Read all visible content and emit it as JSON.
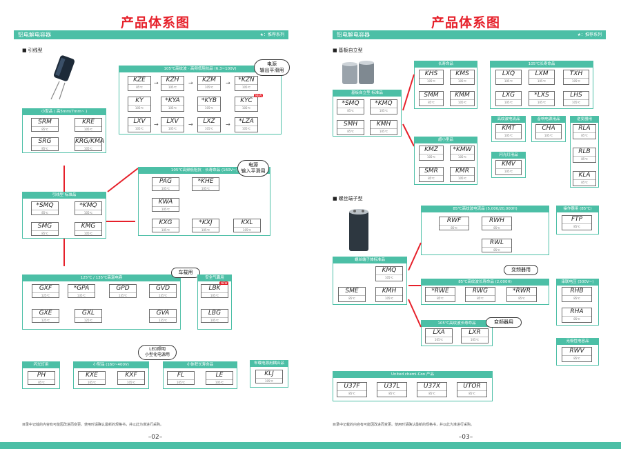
{
  "left": {
    "title": "产品体系图",
    "section": "铝电解电容器",
    "recommend": "★：推荐系列",
    "subhead": "引线型",
    "groups": {
      "g105": "105℃高纹波 · 高频低阻抗品 (6.3~100V)",
      "gsmall": "小型品 ( 高5mm/7mm~ )",
      "gstd": "引线型 标准品",
      "glong": "105℃高频低阻抗 · 长寿命品 (160V~)",
      "gtemp": "125℃ / 135℃高温电容",
      "gsafety": "安全气囊用",
      "glamp": "闪光灯用",
      "gsmallcap": "小型品 (160~400V)",
      "glowz": "小体积长寿命品",
      "gcoupling": "车载电源用耦合品"
    },
    "callouts": {
      "c1": "电源\n输出平滑用",
      "c2": "电源\n输入平滑用",
      "c3": "车载用",
      "c4": "LED照明\n小型化电源用"
    },
    "boxes": {
      "KZE": "KZE",
      "KZH": "KZH",
      "KZM": "KZM",
      "KZN": "*KZN",
      "KY": "KY",
      "KYA": "*KYA",
      "KYB": "*KYB",
      "KYC": "KYC",
      "LXV": "LXV",
      "LXV2": "LXV",
      "LXZ": "LXZ",
      "LZA": "*LZA",
      "SRM": "SRM",
      "KRE": "KRE",
      "SRG": "SRG",
      "KRG": "KRG/KMA",
      "SMQ": "*SMQ",
      "KMQ": "*KMQ",
      "SMG": "SMG",
      "KMG": "KMG",
      "PAG": "PAG",
      "KHE": "*KHE",
      "KWA": "KWA",
      "KXG": "KXG",
      "KXJ": "*KXJ",
      "KXL": "KXL",
      "GXF": "GXF",
      "GPA": "*GPA",
      "GPD": "GPD",
      "GVD": "GVD",
      "GXE": "GXE",
      "GXL": "GXL",
      "GVA": "GVA",
      "LBK": "LBK",
      "LBG": "LBG",
      "PH": "PH",
      "KXE": "KXE",
      "KXF": "KXF",
      "FL": "FL",
      "LE": "LE",
      "KLJ": "KLJ"
    },
    "footnote": "目录中记载的内容有可能因改进而变更。使用时请确认最新的规格书，并以此为准进行采购。",
    "pagenum": "–02–"
  },
  "right": {
    "title": "产品体系图",
    "section": "铝电解电容器",
    "recommend": "★：推荐系列",
    "subhead1": "基板自立型",
    "subhead2": "螺丝端子型",
    "groups": {
      "glong": "长寿命品",
      "g105": "105℃长寿命品",
      "gstd": "基板自立型 标准品",
      "gsmall": "超小型品",
      "ghighrip": "高纹波电流品",
      "gaudio": "音响电源用品",
      "gseries": "逆变器用",
      "gflash": "闪光灯用品",
      "g85": "85℃高纹波电流品 (5,000/20,000H)",
      "gfan": "螺丝端子体标准品",
      "g85long": "85℃高纹波长寿命品 (2,000H)",
      "g105b": "105℃高纹波长寿命品",
      "gpower": "操作器用 (85℃)",
      "gdeath": "串联电压 (500V~)",
      "gnopol": "无极性电容品",
      "gunited": "United chemi-Con 产品"
    },
    "callouts": {
      "c1": "变频器用",
      "c2": "变频器用"
    },
    "boxes": {
      "KHS": "KHS",
      "KMS": "KMS",
      "SMM": "SMM",
      "KMM": "KMM",
      "LXQ": "LXQ",
      "LXM": "LXM",
      "TXH": "TXH",
      "LXG": "LXG",
      "LXS": "*LXS",
      "LHS": "LHS",
      "SMQ": "*SMQ",
      "KMQ": "*KMQ",
      "SMH": "SMH",
      "KMH": "KMH",
      "KMT": "KMT",
      "CHA": "CHA",
      "RLA": "RLA",
      "RLB": "RLB",
      "KLA": "KLA",
      "KMZ": "KMZ",
      "KMW": "*KMW",
      "SMR": "SMR",
      "KMR": "KMR",
      "KMV": "KMV",
      "RWF": "RWF",
      "RWH": "RWH",
      "RWL": "RWL",
      "FTP": "FTP",
      "KMQ2": "KMQ",
      "SME": "SME",
      "KMH2": "KMH",
      "RWE": "*RWE",
      "RWG": "RWG",
      "RWR": "*RWR",
      "LXA": "LXA",
      "LXR": "LXR",
      "RHB": "RHB",
      "RHA": "RHA",
      "RWV": "RWV",
      "U37F": "U37F",
      "U37L": "U37L",
      "U37X": "U37X",
      "UTOR": "UTOR"
    },
    "footnote": "目录中记载的内容有可能因改进而变更。使用时请确认最新的规格书，并以此为准进行采购。",
    "pagenum": "–03–"
  },
  "colors": {
    "accent": "#4cbfa6",
    "title": "#e6202a",
    "arrow": "#e6202a"
  }
}
